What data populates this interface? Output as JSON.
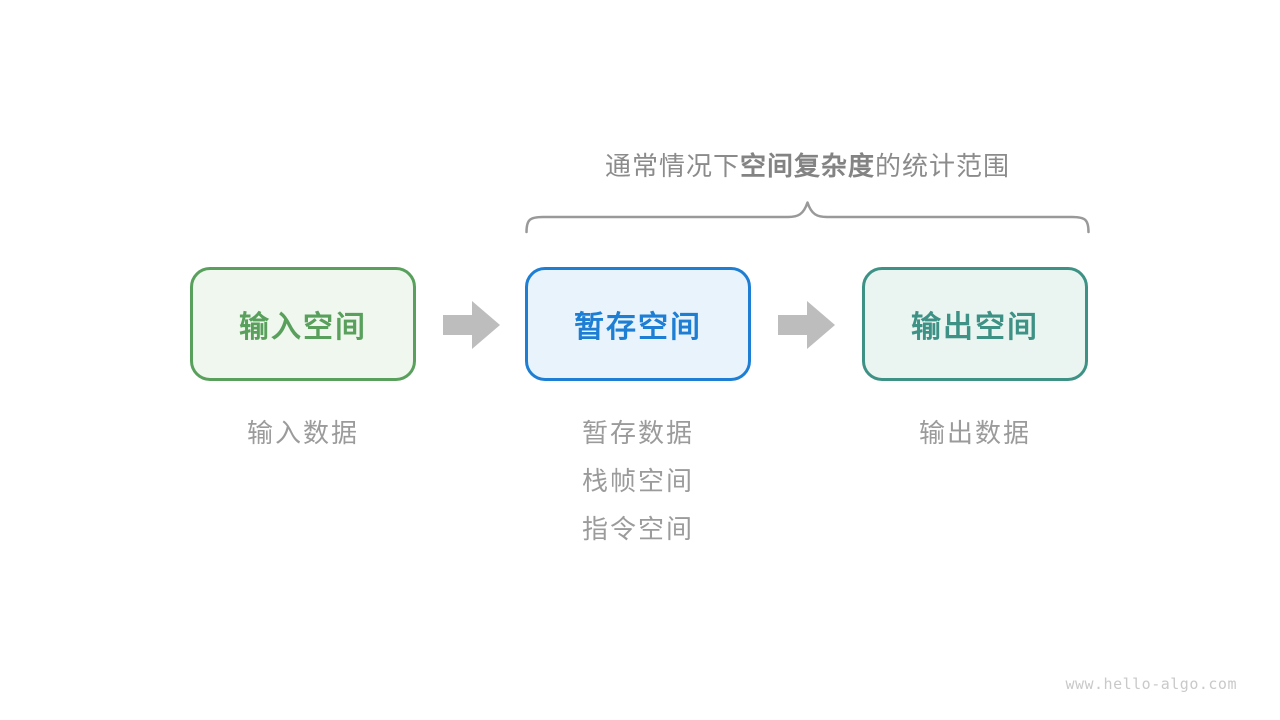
{
  "title": {
    "prefix": "通常情况下",
    "bold": "空间复杂度",
    "suffix": "的统计范围"
  },
  "boxes": [
    {
      "id": "input-space",
      "label": "输入空间",
      "border_color": "#58a05c",
      "fill_color": "#eff7ee",
      "text_color": "#58a05c"
    },
    {
      "id": "temp-space",
      "label": "暂存空间",
      "border_color": "#1d7ed3",
      "fill_color": "#e8f3fc",
      "text_color": "#1d7ed3"
    },
    {
      "id": "output-space",
      "label": "输出空间",
      "border_color": "#3d9185",
      "fill_color": "#eaf5f1",
      "text_color": "#3d9185"
    }
  ],
  "captions": [
    {
      "lines": [
        "输入数据"
      ]
    },
    {
      "lines": [
        "暂存数据",
        "栈帧空间",
        "指令空间"
      ]
    },
    {
      "lines": [
        "输出数据"
      ]
    }
  ],
  "icons": {
    "arrow": "right-block-arrow"
  },
  "colors": {
    "background": "#ffffff",
    "title_text": "#8b8b8b",
    "caption_text": "#9b9b9b",
    "brace": "#999999",
    "arrow": "#bdbdbd",
    "watermark_text": "#c9c9c9"
  },
  "watermark": "www.hello-algo.com"
}
